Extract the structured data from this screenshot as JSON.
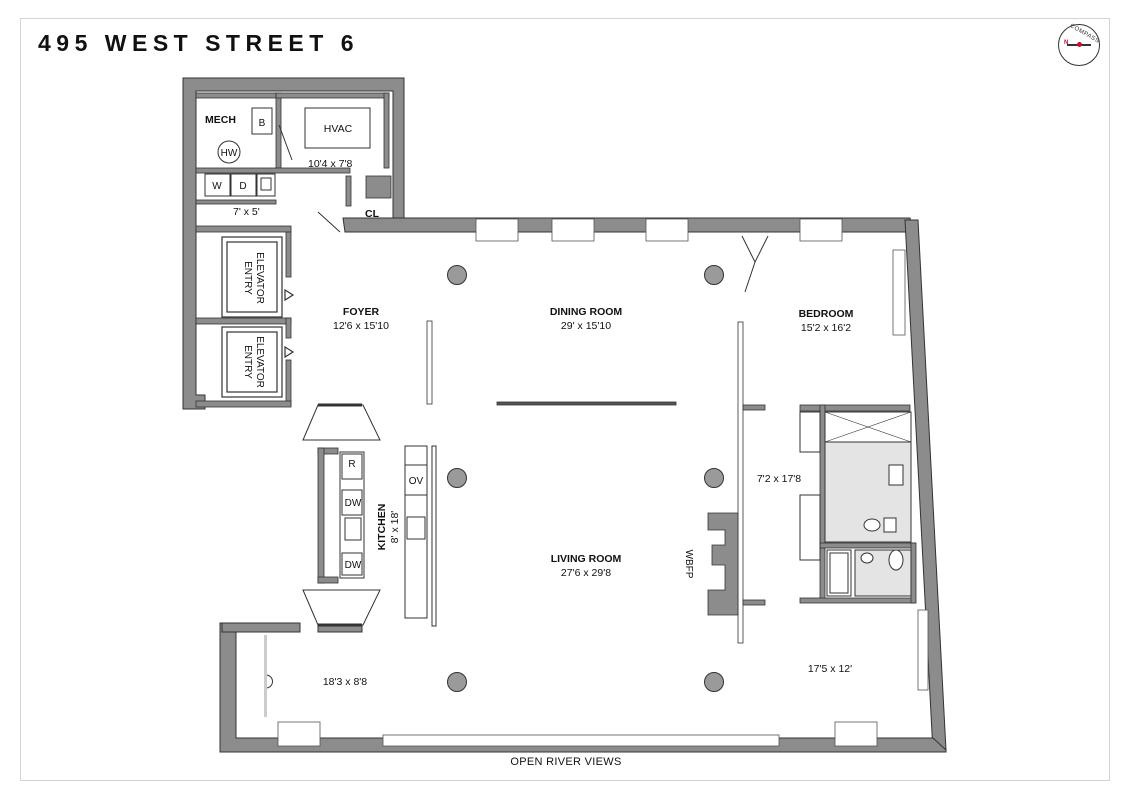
{
  "title": "495 WEST STREET 6",
  "footer": "OPEN RIVER VIEWS",
  "compass": {
    "label": "COMPASS",
    "north": "N"
  },
  "rooms": {
    "mech": "MECH",
    "hvac": "HVAC",
    "hvac_dim": "10'4 x 7'8",
    "laundry_dim": "7' x 5'",
    "closet": "CL",
    "foyer": "FOYER",
    "foyer_dim": "12'6 x 15'10",
    "dining": "DINING ROOM",
    "dining_dim": "29' x 15'10",
    "bedroom": "BEDROOM",
    "bedroom_dim": "15'2 x 16'2",
    "elevator1": [
      "ELEVATOR",
      "ENTRY"
    ],
    "elevator2": [
      "ELEVATOR",
      "ENTRY"
    ],
    "kitchen": "KITCHEN",
    "kitchen_dim": "8' x 18'",
    "living": "LIVING ROOM",
    "living_dim": "27'6 x 29'8",
    "bath_dim": "7'2 x 17'8",
    "room_sw_dim": "18'3 x 8'8",
    "room_se_dim": "17'5 x 12'",
    "wbfp": "WBFP"
  },
  "fixtures": {
    "boiler": "B",
    "hot_water": "HW",
    "washer": "W",
    "dryer": "D",
    "refrigerator": "R",
    "dishwasher1": "DW",
    "dishwasher2": "DW",
    "oven": "OV"
  },
  "colors": {
    "wall": "#8c8c8c",
    "wall_stroke": "#333333",
    "tile": "#cfcfcf"
  }
}
